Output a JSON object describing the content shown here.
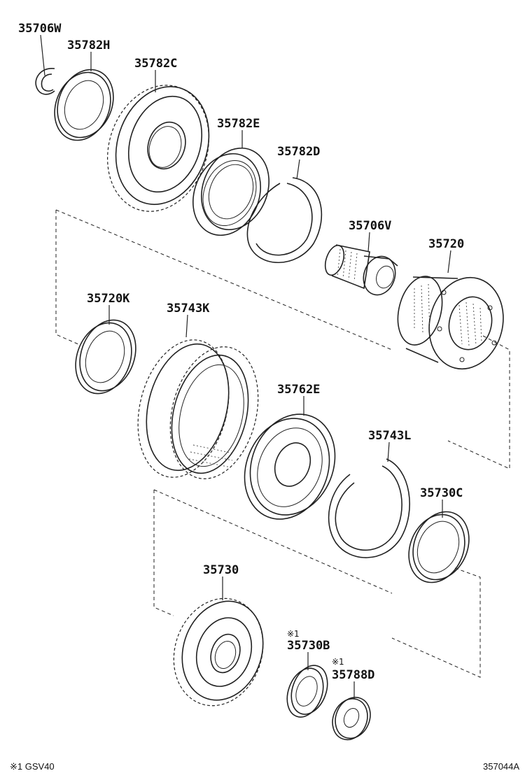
{
  "diagram": {
    "parts": {
      "p35706W": "35706W",
      "p35782H": "35782H",
      "p35782C": "35782C",
      "p35782E": "35782E",
      "p35782D": "35782D",
      "p35706V": "35706V",
      "p35720": "35720",
      "p35720K": "35720K",
      "p35743K": "35743K",
      "p35762E": "35762E",
      "p35743L": "35743L",
      "p35730C": "35730C",
      "p35730": "35730",
      "p35730B": "35730B",
      "p35788D": "35788D"
    },
    "marks": {
      "m35730B": "※1",
      "m35788D": "※1"
    },
    "footnote": "※1 GSV40",
    "drawing_number": "357044A"
  }
}
